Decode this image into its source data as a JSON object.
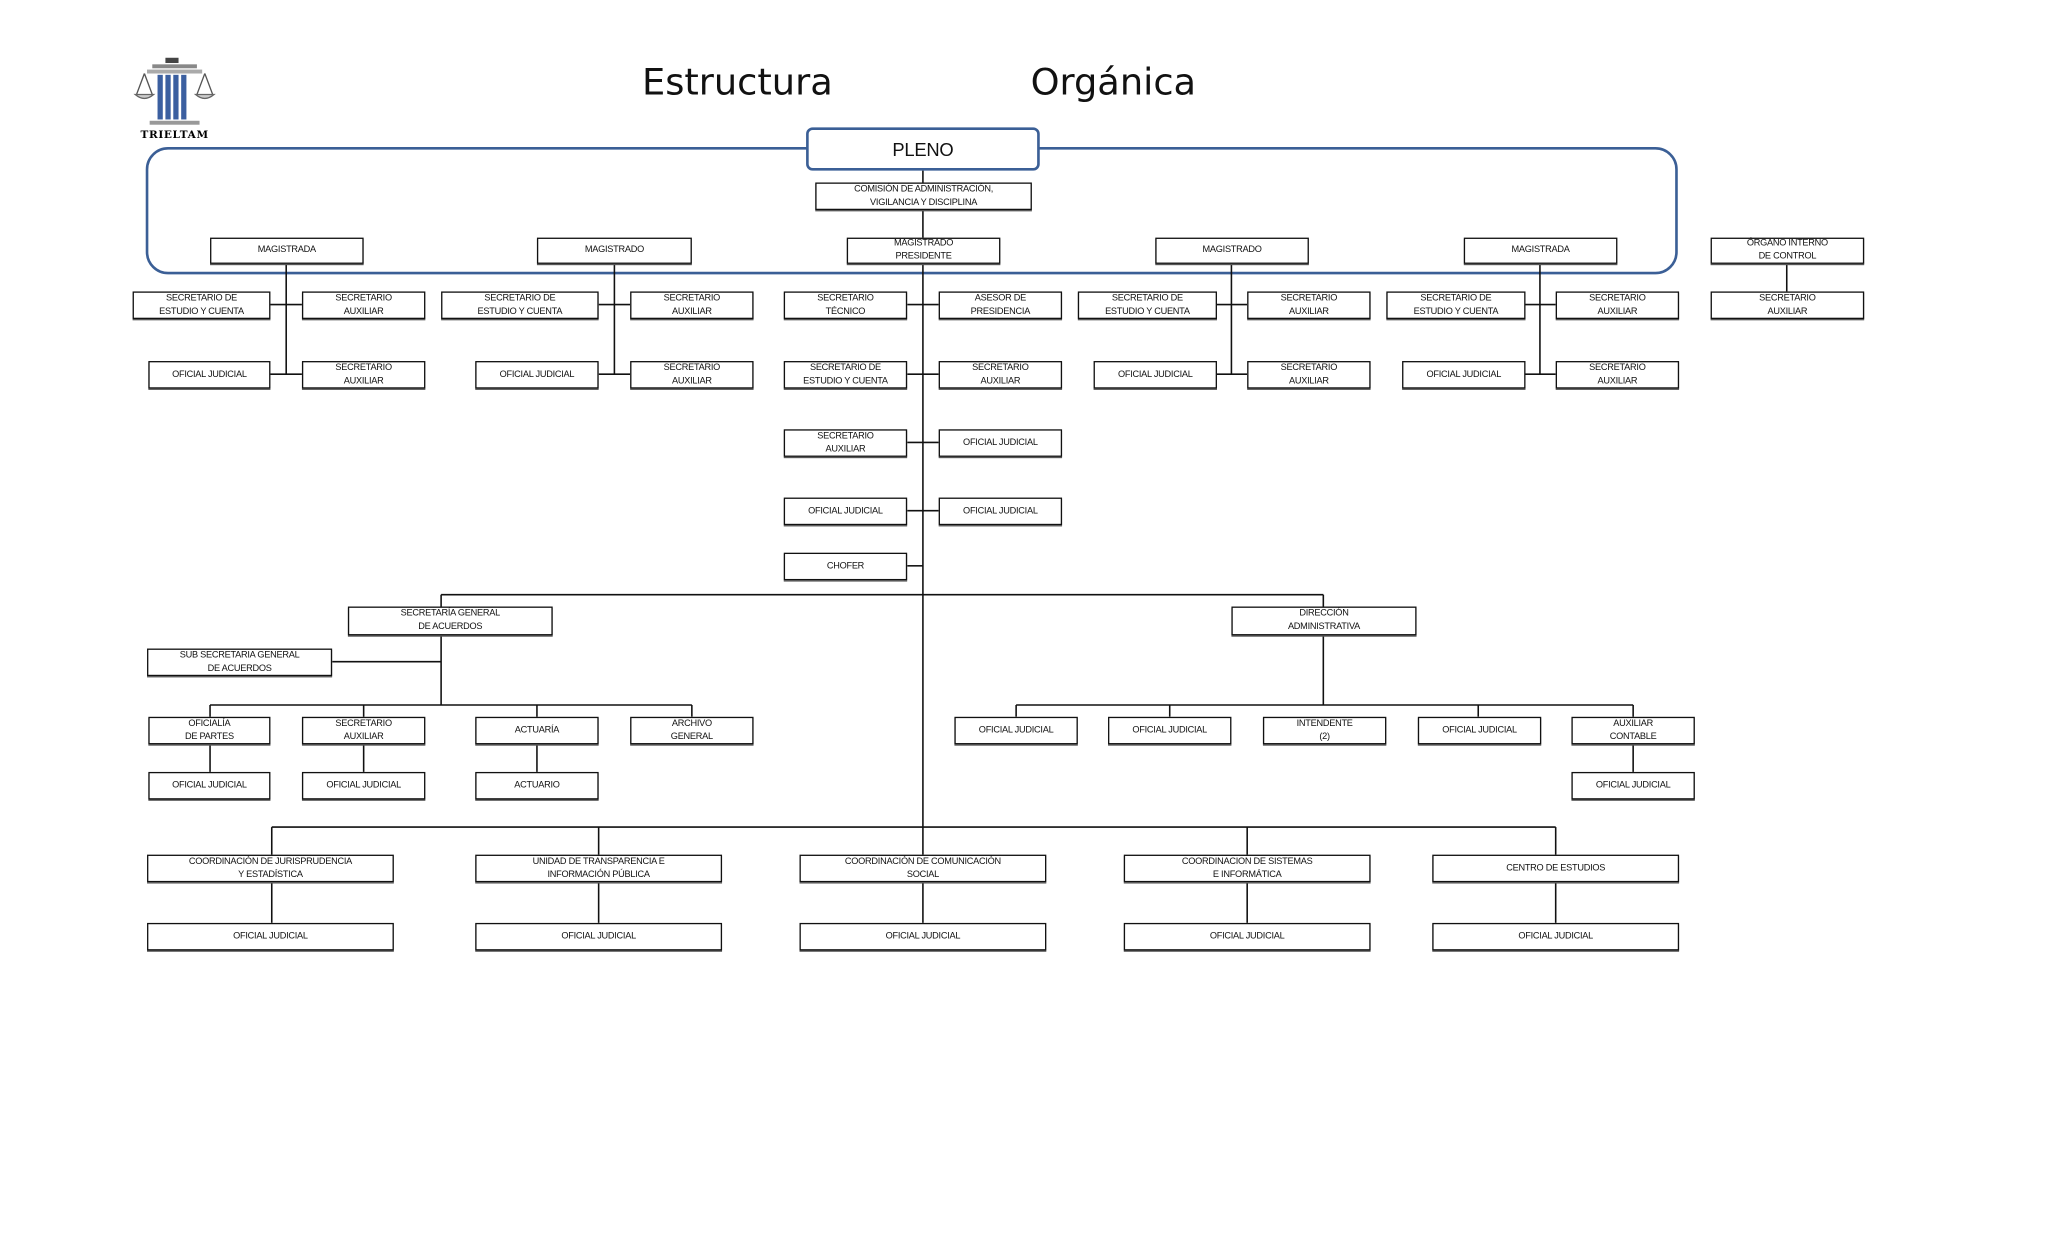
{
  "title": {
    "word1": "Estructura",
    "word2": "Orgánica"
  },
  "logo": {
    "text": "TRIELTAM",
    "subtitle": "Tribunal Electoral del Estado de Tamaulipas"
  },
  "colors": {
    "pleno_border": "#3b5f96",
    "box_border": "#111111"
  },
  "nodes": [
    {
      "label": "PLENO"
    },
    {
      "label": "COMISIÓN DE ADMINISTRACIÓN,\nVIGILANCIA Y DISCIPLINA"
    },
    {
      "label": "MAGISTRADA"
    },
    {
      "label": "MAGISTRADO"
    },
    {
      "label": "MAGISTRADO\nPRESIDENTE"
    },
    {
      "label": "MAGISTRADO"
    },
    {
      "label": "MAGISTRADA"
    },
    {
      "label": "ÓRGANO INTERNO\nDE CONTROL"
    },
    {
      "label": "SECRETARIO DE\nESTUDIO Y CUENTA"
    },
    {
      "label": "SECRETARIO\nAUXILIAR"
    },
    {
      "label": "SECRETARIO DE\nESTUDIO Y CUENTA"
    },
    {
      "label": "SECRETARIO\nAUXILIAR"
    },
    {
      "label": "SECRETARIO\nTÉCNICO"
    },
    {
      "label": "ASESOR DE\nPRESIDENCIA"
    },
    {
      "label": "SECRETARIO DE\nESTUDIO Y CUENTA"
    },
    {
      "label": "SECRETARIO\nAUXILIAR"
    },
    {
      "label": "SECRETARIO DE\nESTUDIO Y CUENTA"
    },
    {
      "label": "SECRETARIO\nAUXILIAR"
    },
    {
      "label": "SECRETARIO\nAUXILIAR"
    },
    {
      "label": "OFICIAL JUDICIAL"
    },
    {
      "label": "SECRETARIO\nAUXILIAR"
    },
    {
      "label": "OFICIAL JUDICIAL"
    },
    {
      "label": "SECRETARIO\nAUXILIAR"
    },
    {
      "label": "SECRETARIO DE\nESTUDIO Y CUENTA"
    },
    {
      "label": "SECRETARIO\nAUXILIAR"
    },
    {
      "label": "OFICIAL JUDICIAL"
    },
    {
      "label": "SECRETARIO\nAUXILIAR"
    },
    {
      "label": "OFICIAL JUDICIAL"
    },
    {
      "label": "SECRETARIO\nAUXILIAR"
    },
    {
      "label": "SECRETARIO\nAUXILIAR"
    },
    {
      "label": "OFICIAL JUDICIAL"
    },
    {
      "label": "OFICIAL JUDICIAL"
    },
    {
      "label": "OFICIAL JUDICIAL"
    },
    {
      "label": "CHOFER"
    },
    {
      "label": "SECRETARÍA GENERAL\nDE ACUERDOS"
    },
    {
      "label": "DIRECCIÓN\nADMINISTRATIVA"
    },
    {
      "label": "SUB SECRETARIA GENERAL\nDE ACUERDOS"
    },
    {
      "label": "OFICIALÍA\nDE PARTES"
    },
    {
      "label": "SECRETARIO\nAUXILIAR"
    },
    {
      "label": "ACTUARÍA"
    },
    {
      "label": "ARCHIVO\nGENERAL"
    },
    {
      "label": "OFICIAL JUDICIAL"
    },
    {
      "label": "OFICIAL JUDICIAL"
    },
    {
      "label": "ACTUARIO"
    },
    {
      "label": "OFICIAL JUDICIAL"
    },
    {
      "label": "OFICIAL JUDICIAL"
    },
    {
      "label": "INTENDENTE\n(2)"
    },
    {
      "label": "OFICIAL JUDICIAL"
    },
    {
      "label": "AUXILIAR\nCONTABLE"
    },
    {
      "label": "OFICIAL JUDICIAL"
    },
    {
      "label": "COORDINACIÓN DE JURISPRUDENCIA\nY ESTADÍSTICA"
    },
    {
      "label": "UNIDAD DE TRANSPARENCIA E\nINFORMACIÓN PÚBLICA"
    },
    {
      "label": "COORDINACIÓN DE COMUNICACIÓN\nSOCIAL"
    },
    {
      "label": "COORDINACION DE SISTEMAS\nE INFORMÁTICA"
    },
    {
      "label": "CENTRO DE ESTUDIOS"
    },
    {
      "label": "OFICIAL JUDICIAL"
    },
    {
      "label": "OFICIAL JUDICIAL"
    },
    {
      "label": "OFICIAL JUDICIAL"
    },
    {
      "label": "OFICIAL JUDICIAL"
    },
    {
      "label": "OFICIAL JUDICIAL"
    }
  ]
}
